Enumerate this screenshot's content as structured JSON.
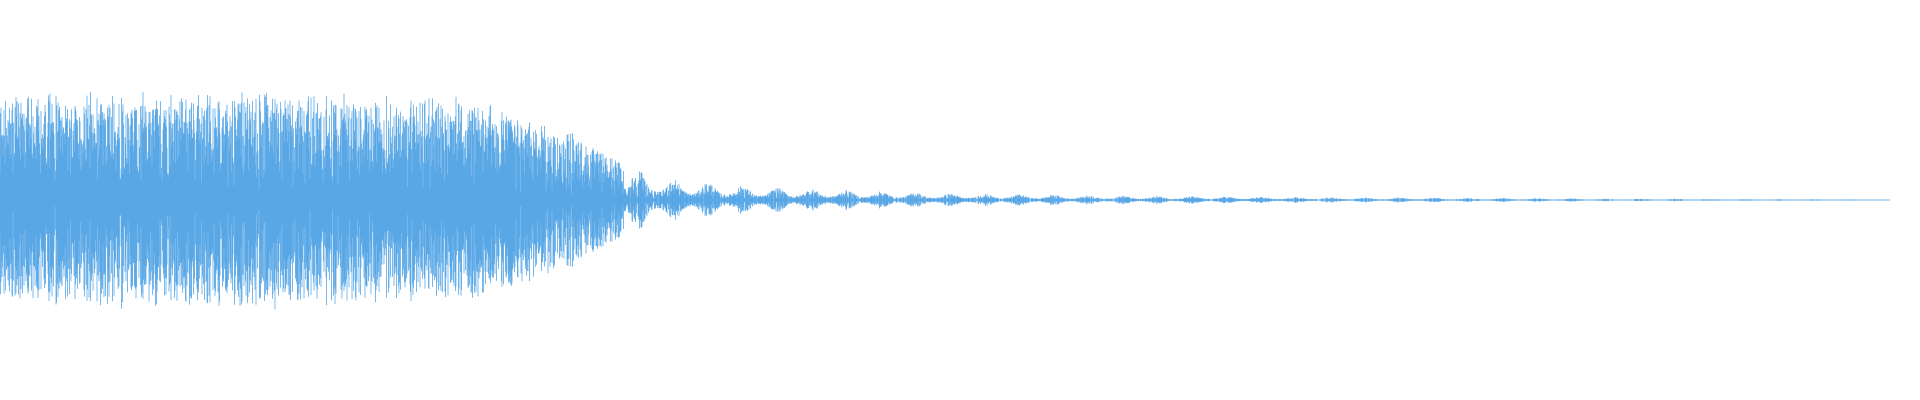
{
  "waveform": {
    "color": "#5aa7e6",
    "background": "#ffffff",
    "envelope": [
      {
        "t": 0.0,
        "amp": 0.78
      },
      {
        "t": 0.05,
        "amp": 0.8
      },
      {
        "t": 0.1,
        "amp": 0.79
      },
      {
        "t": 0.15,
        "amp": 0.8
      },
      {
        "t": 0.2,
        "amp": 0.78
      },
      {
        "t": 0.25,
        "amp": 0.76
      },
      {
        "t": 0.29,
        "amp": 0.55
      },
      {
        "t": 0.31,
        "amp": 0.3
      },
      {
        "t": 0.33,
        "amp": 0.2
      },
      {
        "t": 0.35,
        "amp": 0.12
      },
      {
        "t": 0.4,
        "amp": 0.07
      },
      {
        "t": 0.5,
        "amp": 0.035
      },
      {
        "t": 0.6,
        "amp": 0.022
      },
      {
        "t": 0.7,
        "amp": 0.015
      },
      {
        "t": 0.8,
        "amp": 0.01
      },
      {
        "t": 0.9,
        "amp": 0.006
      },
      {
        "t": 0.985,
        "amp": 0.003
      },
      {
        "t": 1.0,
        "amp": 0.0
      }
    ]
  }
}
